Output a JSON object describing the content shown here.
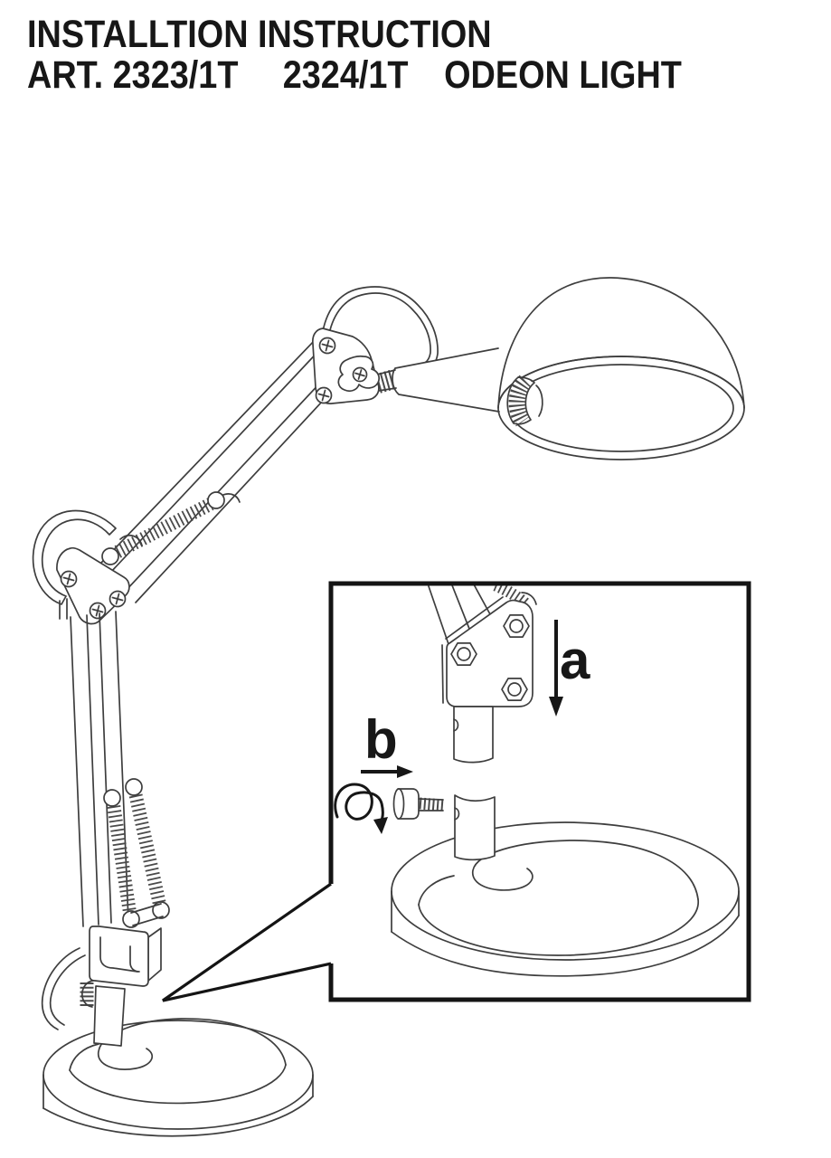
{
  "colors": {
    "bg": "#ffffff",
    "line": "#3e3e3e",
    "spring": "#4a4a4a",
    "ink": "#171717",
    "border": "#141414"
  },
  "title": {
    "line1": "INSTALLTION INSTRUCTION",
    "line2_parts": [
      "ART. 2323/1T",
      "2324/1T",
      "ODEON LIGHT"
    ]
  },
  "inset": {
    "step_a_label": "a",
    "step_b_label": "b",
    "arrow_a_direction": "down",
    "arrow_b_direction": "right",
    "rotation_icon": "screw-clockwise-coil"
  }
}
